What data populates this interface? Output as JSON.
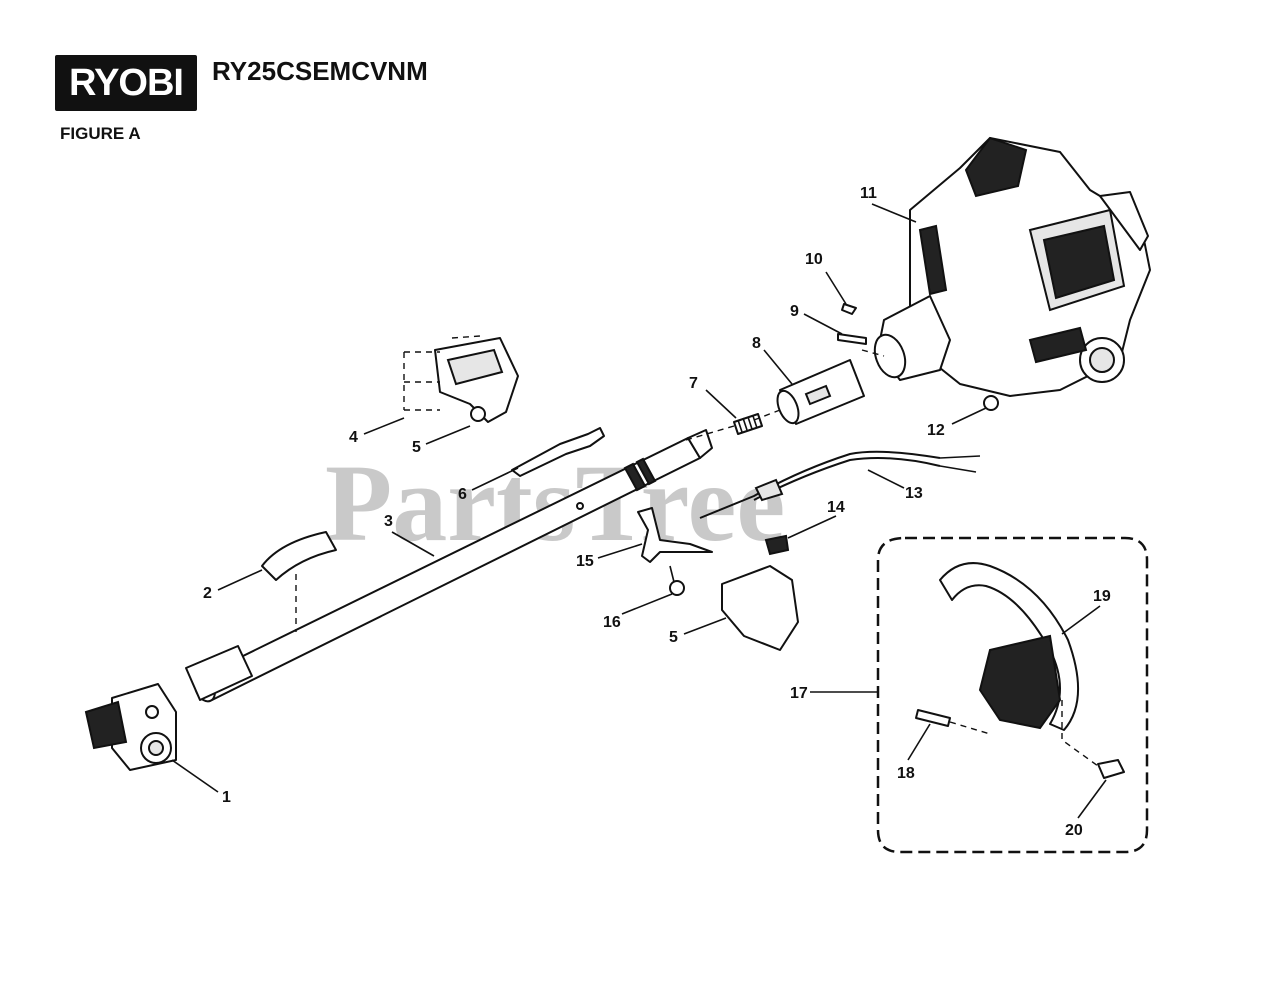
{
  "header": {
    "brand": "RYOBI",
    "model": "RY25CSEMCVNM",
    "figure": "FIGURE A"
  },
  "watermark": "PartsTree",
  "callouts": [
    {
      "id": "c1",
      "label": "1"
    },
    {
      "id": "c2",
      "label": "2"
    },
    {
      "id": "c3",
      "label": "3"
    },
    {
      "id": "c4",
      "label": "4"
    },
    {
      "id": "c5a",
      "label": "5"
    },
    {
      "id": "c5b",
      "label": "5"
    },
    {
      "id": "c6",
      "label": "6"
    },
    {
      "id": "c7",
      "label": "7"
    },
    {
      "id": "c8",
      "label": "8"
    },
    {
      "id": "c9",
      "label": "9"
    },
    {
      "id": "c10",
      "label": "10"
    },
    {
      "id": "c11",
      "label": "11"
    },
    {
      "id": "c12",
      "label": "12"
    },
    {
      "id": "c13",
      "label": "13"
    },
    {
      "id": "c14",
      "label": "14"
    },
    {
      "id": "c15",
      "label": "15"
    },
    {
      "id": "c16",
      "label": "16"
    },
    {
      "id": "c17",
      "label": "17"
    },
    {
      "id": "c18",
      "label": "18"
    },
    {
      "id": "c19",
      "label": "19"
    },
    {
      "id": "c20",
      "label": "20"
    }
  ]
}
